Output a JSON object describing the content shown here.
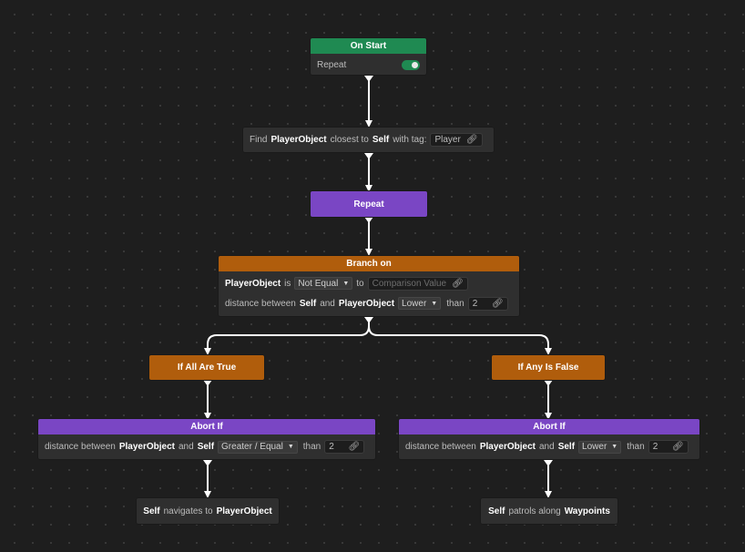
{
  "on_start": {
    "title": "On Start",
    "repeat_label": "Repeat",
    "repeat_on": true
  },
  "find": {
    "word_find": "Find",
    "object": "PlayerObject",
    "word_closest": "closest to",
    "self": "Self",
    "word_with_tag": "with tag:",
    "tag_value": "Player"
  },
  "repeat_node": {
    "label": "Repeat"
  },
  "branch": {
    "title": "Branch on",
    "row1": {
      "var": "PlayerObject",
      "word_is": "is",
      "op": "Not Equal",
      "word_to": "to",
      "placeholder": "Comparison Value"
    },
    "row2": {
      "prefix": "distance between",
      "self": "Self",
      "word_and": "and",
      "var": "PlayerObject",
      "op": "Lower",
      "word_than": "than",
      "value": "2"
    }
  },
  "if_true": {
    "label": "If All Are True"
  },
  "if_false": {
    "label": "If Any Is False"
  },
  "abort_left": {
    "title": "Abort If",
    "prefix": "distance between",
    "var": "PlayerObject",
    "word_and": "and",
    "self": "Self",
    "op": "Greater / Equal",
    "word_than": "than",
    "value": "2"
  },
  "abort_right": {
    "title": "Abort If",
    "prefix": "distance between",
    "var": "PlayerObject",
    "word_and": "and",
    "self": "Self",
    "op": "Lower",
    "word_than": "than",
    "value": "2"
  },
  "action_left": {
    "self": "Self",
    "verb": "navigates to",
    "target": "PlayerObject"
  },
  "action_right": {
    "self": "Self",
    "verb": "patrols along",
    "target": "Waypoints"
  },
  "colors": {
    "start": "#1f8a52",
    "condition": "#b05d0c",
    "composite": "#7a46c4",
    "wire": "#ffffff"
  }
}
